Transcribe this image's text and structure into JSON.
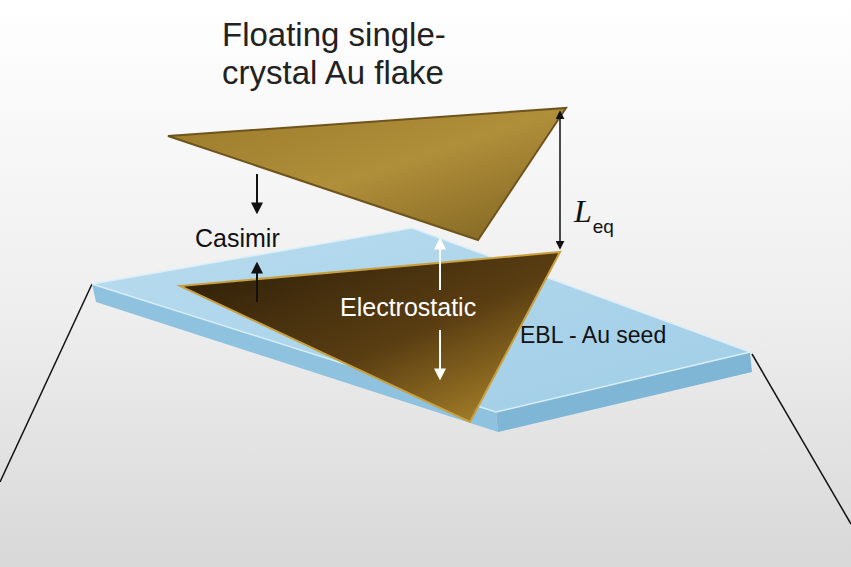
{
  "diagram": {
    "labels": [
      "Floating single- crystal Au flake",
      "Casimir",
      "Electrostatic",
      "EBL - Au seed",
      "L",
      "eq"
    ]
  }
}
